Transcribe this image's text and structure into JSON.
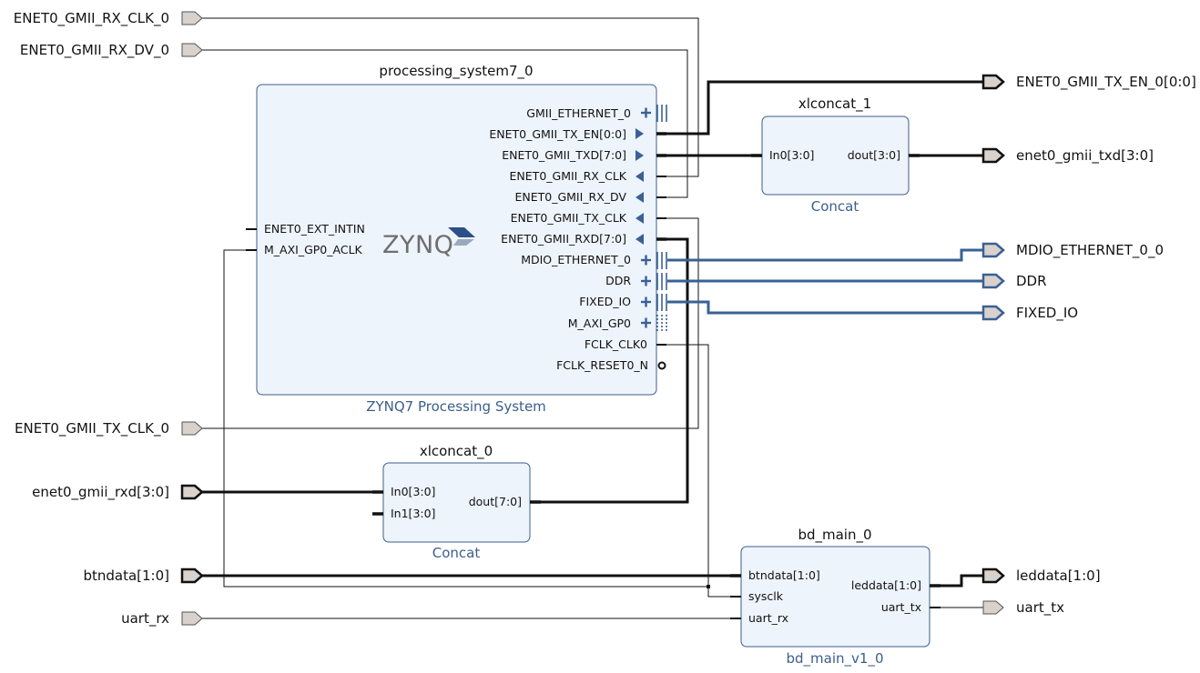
{
  "ports": {
    "rx_clk": "ENET0_GMII_RX_CLK_0",
    "rx_dv": "ENET0_GMII_RX_DV_0",
    "tx_clk": "ENET0_GMII_TX_CLK_0",
    "rxd": "enet0_gmii_rxd[3:0]",
    "btndata": "btndata[1:0]",
    "uart_rx": "uart_rx",
    "tx_en": "ENET0_GMII_TX_EN_0[0:0]",
    "txd": "enet0_gmii_txd[3:0]",
    "mdio": "MDIO_ETHERNET_0_0",
    "ddr": "DDR",
    "fixed_io": "FIXED_IO",
    "leddata": "leddata[1:0]",
    "uart_tx": "uart_tx"
  },
  "ps7": {
    "instance": "processing_system7_0",
    "type": "ZYNQ7 Processing System",
    "logo": "ZYNQ",
    "left_pins": [
      "ENET0_EXT_INTIN",
      "M_AXI_GP0_ACLK"
    ],
    "right_pins": [
      "GMII_ETHERNET_0",
      "ENET0_GMII_TX_EN[0:0]",
      "ENET0_GMII_TXD[7:0]",
      "ENET0_GMII_RX_CLK",
      "ENET0_GMII_RX_DV",
      "ENET0_GMII_TX_CLK",
      "ENET0_GMII_RXD[7:0]",
      "MDIO_ETHERNET_0",
      "DDR",
      "FIXED_IO",
      "M_AXI_GP0",
      "FCLK_CLK0",
      "FCLK_RESET0_N"
    ]
  },
  "concat1": {
    "instance": "xlconcat_1",
    "type": "Concat",
    "in0": "In0[3:0]",
    "dout": "dout[3:0]"
  },
  "concat0": {
    "instance": "xlconcat_0",
    "type": "Concat",
    "in0": "In0[3:0]",
    "in1": "In1[3:0]",
    "dout": "dout[7:0]"
  },
  "bdmain": {
    "instance": "bd_main_0",
    "type": "bd_main_v1_0",
    "btndata": "btndata[1:0]",
    "sysclk": "sysclk",
    "uart_rx": "uart_rx",
    "leddata": "leddata[1:0]",
    "uart_tx": "uart_tx"
  },
  "colors": {
    "wire": "#111111",
    "interface": "#3a6096",
    "block_fill": "#eef4fc",
    "block_border": "#3c5e8c",
    "port_fill": "#d8d1cc"
  }
}
